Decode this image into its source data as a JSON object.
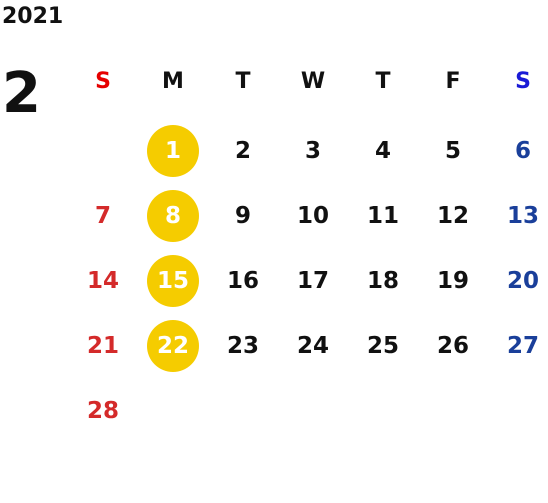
{
  "calendar": {
    "year": "2021",
    "month": "2",
    "weekdays": [
      "S",
      "M",
      "T",
      "W",
      "T",
      "F",
      "S"
    ],
    "weeks": [
      [
        "",
        "1",
        "2",
        "3",
        "4",
        "5",
        "6"
      ],
      [
        "7",
        "8",
        "9",
        "10",
        "11",
        "12",
        "13"
      ],
      [
        "14",
        "15",
        "16",
        "17",
        "18",
        "19",
        "20"
      ],
      [
        "21",
        "22",
        "23",
        "24",
        "25",
        "26",
        "27"
      ],
      [
        "28",
        "",
        "",
        "",
        "",
        "",
        ""
      ]
    ],
    "highlighted_days": [
      "1",
      "8",
      "15",
      "22"
    ]
  },
  "colors": {
    "text": "#111111",
    "sunday_header": "#e60000",
    "saturday_header": "#1a1ad6",
    "sunday": "#d42a2a",
    "saturday": "#1a3f9a",
    "highlight_fill": "#f5cc00",
    "highlight_text": "#ffffff"
  }
}
